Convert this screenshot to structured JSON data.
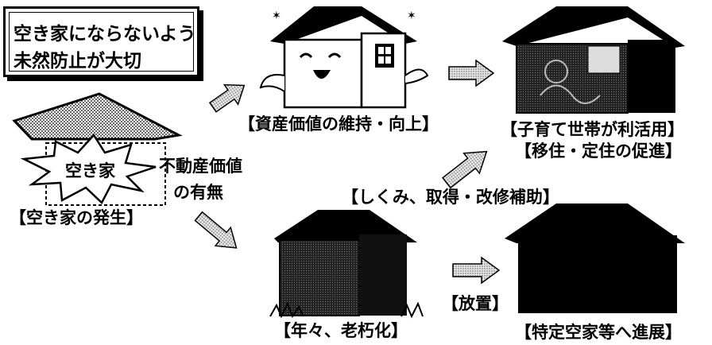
{
  "title_box": {
    "line1": "空き家にならないよう",
    "line2": "未然防止が大切"
  },
  "burst_label": "空き家",
  "value_label": {
    "line1": "不動産価値",
    "line2": "の有無"
  },
  "captions": {
    "vacancy_occurs": "【空き家の発生】",
    "maintain_value": "【資産価値の維持・向上】",
    "child_rearing": "【子育て世帯が利活用】",
    "relocation": "【移住・定住の促進】",
    "support": "【しくみ、取得・改修補助】",
    "aging": "【年々、老朽化】",
    "neglect": "【放置】",
    "specified_vacant": "【特定空家等へ進展】"
  },
  "colors": {
    "ink": "#000000",
    "paper": "#ffffff",
    "halftone": "#9a9a9a"
  }
}
